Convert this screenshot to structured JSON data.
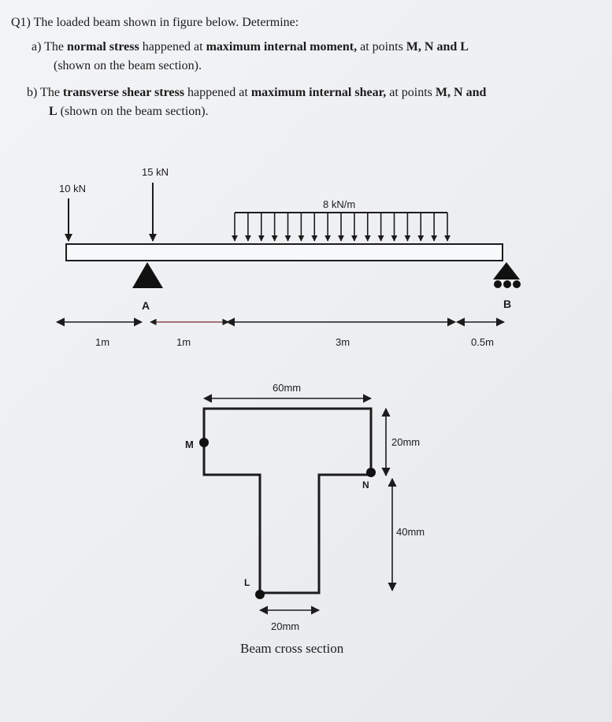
{
  "question": {
    "title": "Q1) The loaded beam shown in figure below. Determine:",
    "a": {
      "label": "a)",
      "t1": "The ",
      "b1": "normal stress",
      "t2": " happened at ",
      "b2": "maximum internal moment,",
      "t3": " at points ",
      "b3": "M, N and L",
      "line2": "(shown on the beam section)."
    },
    "b": {
      "label": "b)",
      "t1": "The ",
      "b1": "transverse shear stress",
      "t2": " happened at ",
      "b2": "maximum internal shear,",
      "t3": " at points ",
      "b3": "M, N and",
      "line2_bold": "L",
      "line2": " (shown on the beam section)."
    }
  },
  "beam": {
    "load_left": "10 kN",
    "load_a": "15 kN",
    "distributed_load": "8 kN/m",
    "support_a": "A",
    "support_b": "B",
    "dims": [
      "1m",
      "1m",
      "3m",
      "0.5m"
    ]
  },
  "section": {
    "top_width": "60mm",
    "flange_depth": "20mm",
    "web_depth": "40mm",
    "web_width": "20mm",
    "point_m": "M",
    "point_n": "N",
    "point_l": "L",
    "caption": "Beam cross section"
  }
}
